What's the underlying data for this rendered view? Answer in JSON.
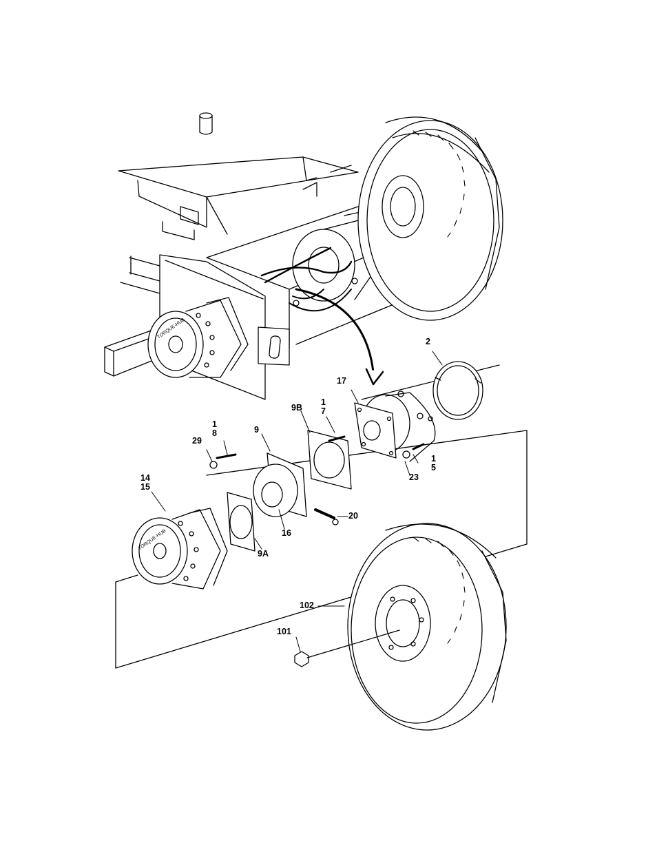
{
  "diagram": {
    "hub_lettering": "TORQUE-HUB",
    "callouts": {
      "c2": "2",
      "c17": "17",
      "c1_7": "1\n7",
      "c9B": "9B",
      "c1_8": "1\n8",
      "c29": "29",
      "c9": "9",
      "c14_15": "14\n15",
      "c1_5": "1\n5",
      "c23": "23",
      "c20": "20",
      "c16": "16",
      "c9A": "9A",
      "c102": "102",
      "c101": "101"
    }
  }
}
